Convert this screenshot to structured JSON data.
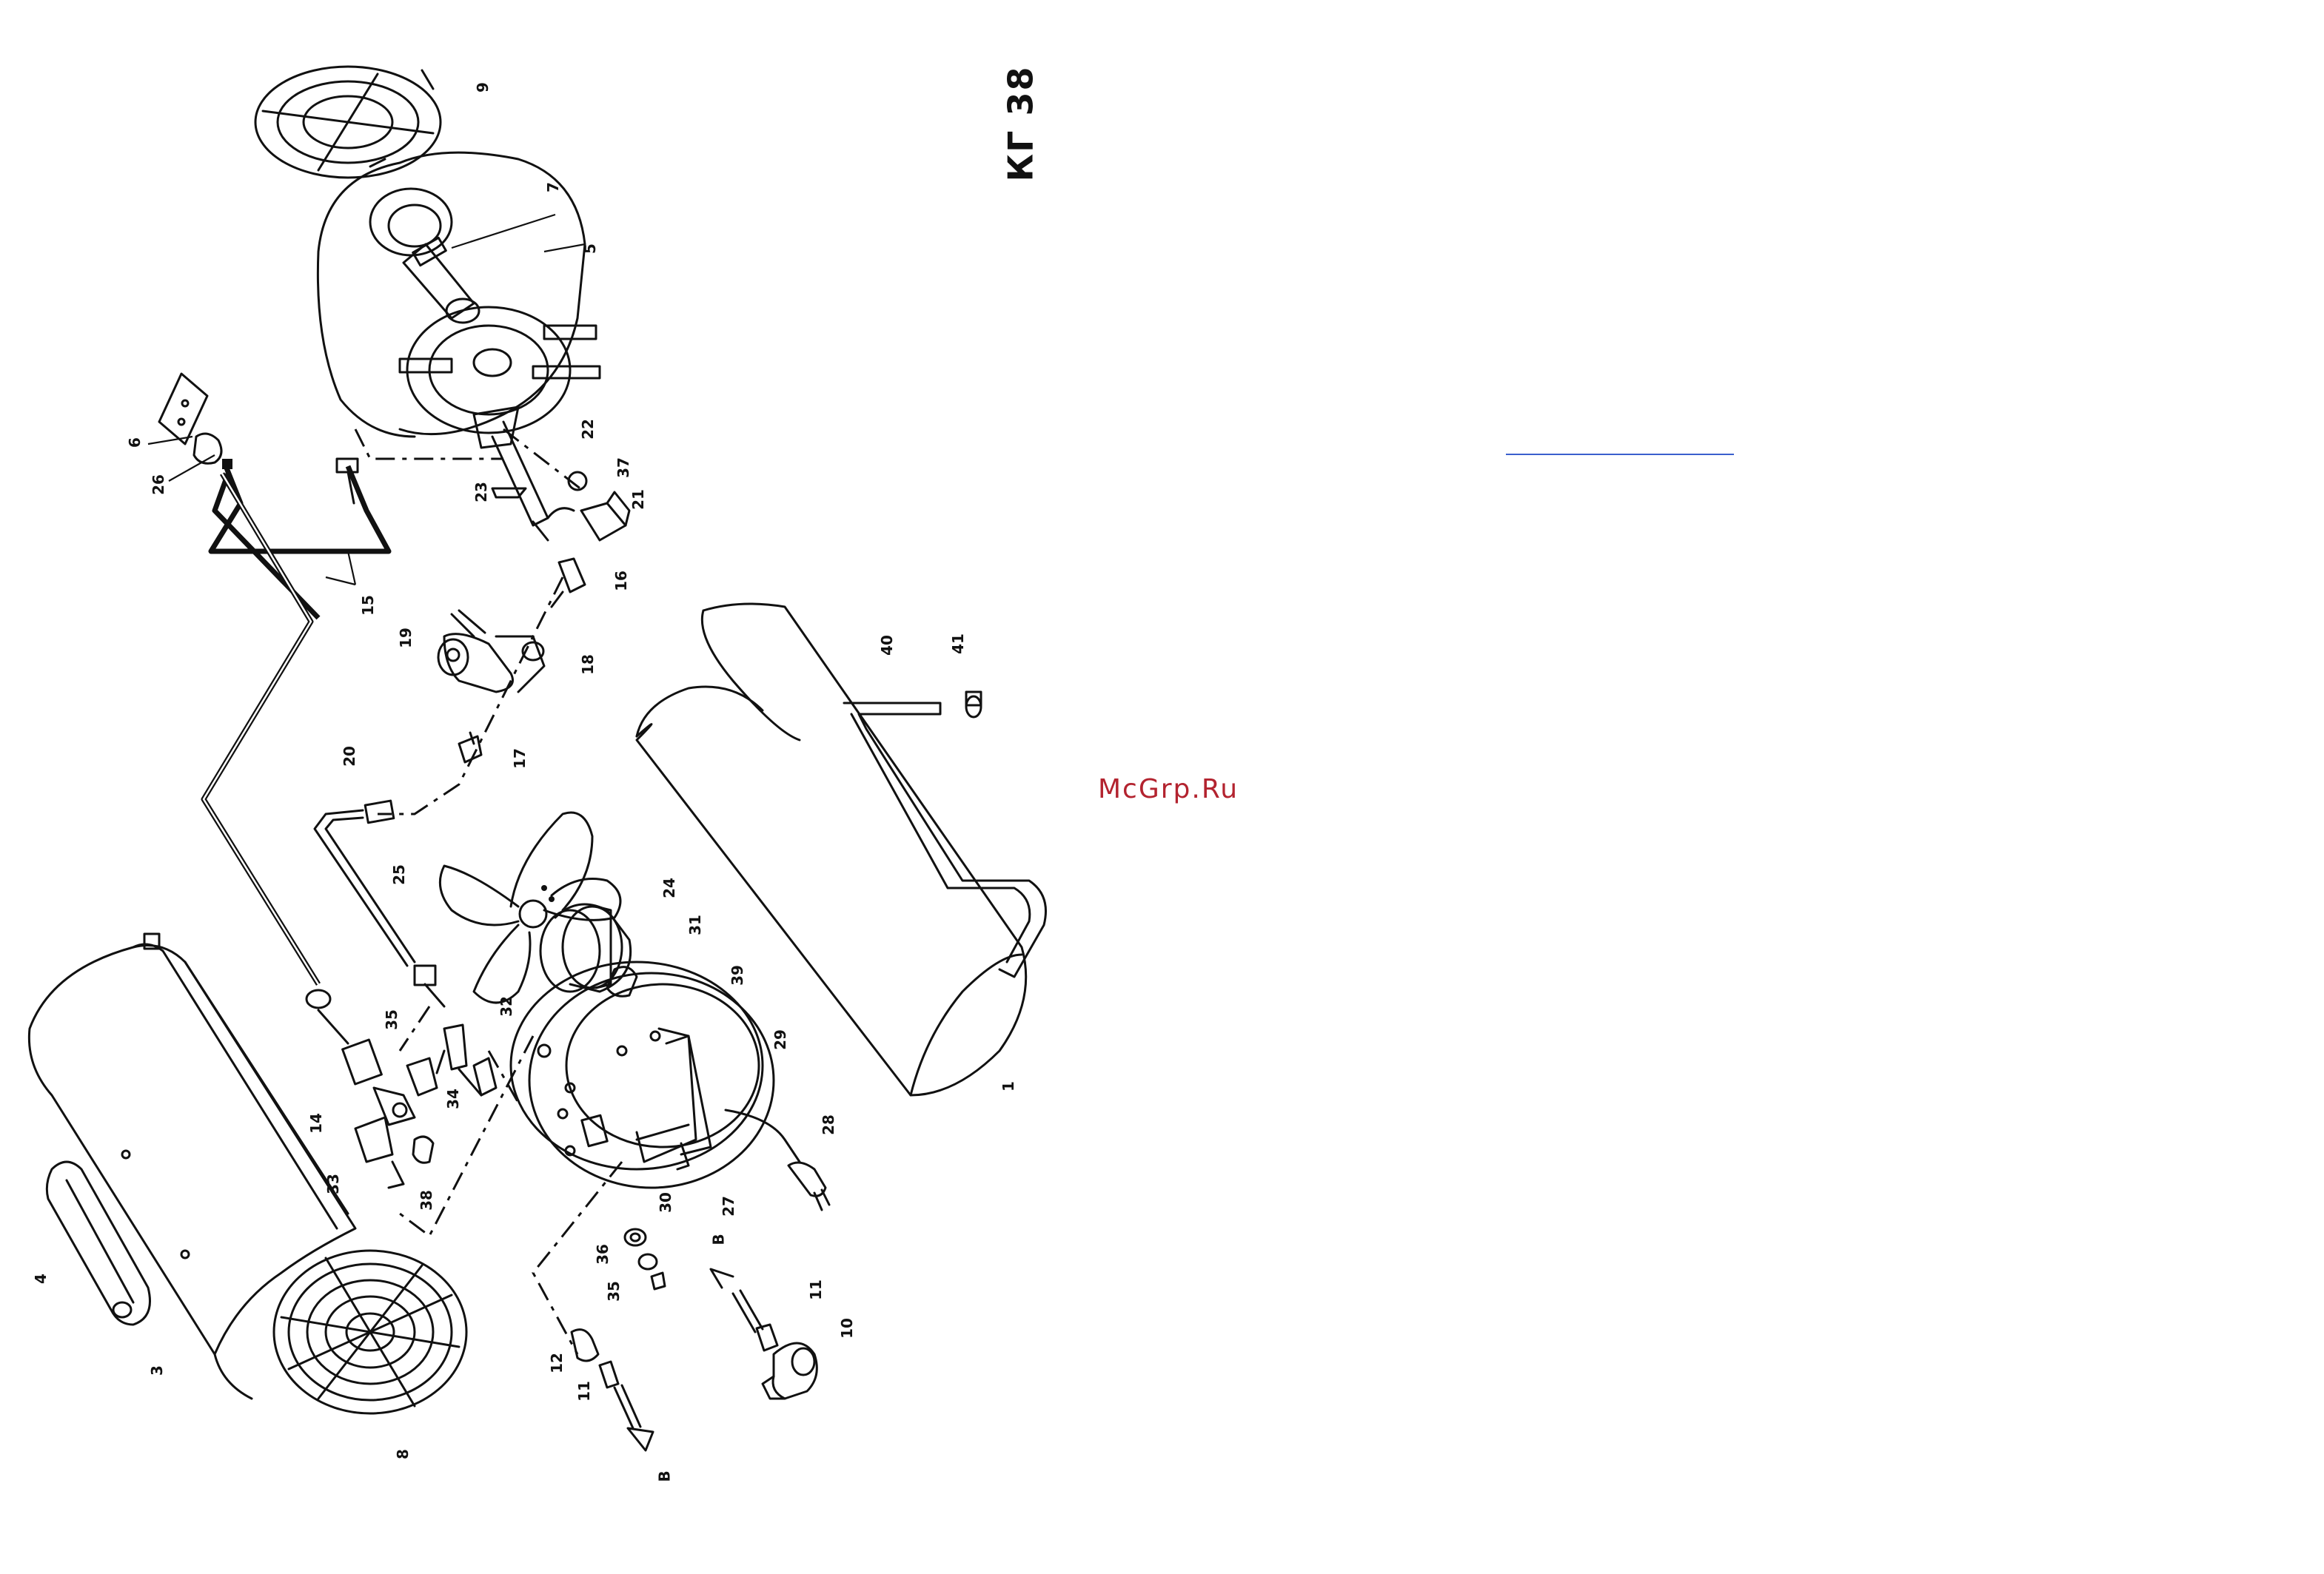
{
  "title": "КГ 38",
  "watermark": "McGrp.Ru",
  "direction_marker": "B",
  "part_numbers": [
    "1",
    "3",
    "4",
    "5",
    "6",
    "7",
    "8",
    "9",
    "10",
    "11",
    "11",
    "12",
    "14",
    "15",
    "16",
    "17",
    "18",
    "19",
    "20",
    "21",
    "22",
    "23",
    "24",
    "25",
    "26",
    "27",
    "28",
    "29",
    "30",
    "31",
    "32",
    "33",
    "34",
    "35",
    "35",
    "36",
    "37",
    "38",
    "39",
    "40",
    "41"
  ],
  "colors": {
    "line": "#111111",
    "watermark": "#b3232f",
    "stray_line": "#3a5fcd",
    "background": "#ffffff"
  }
}
